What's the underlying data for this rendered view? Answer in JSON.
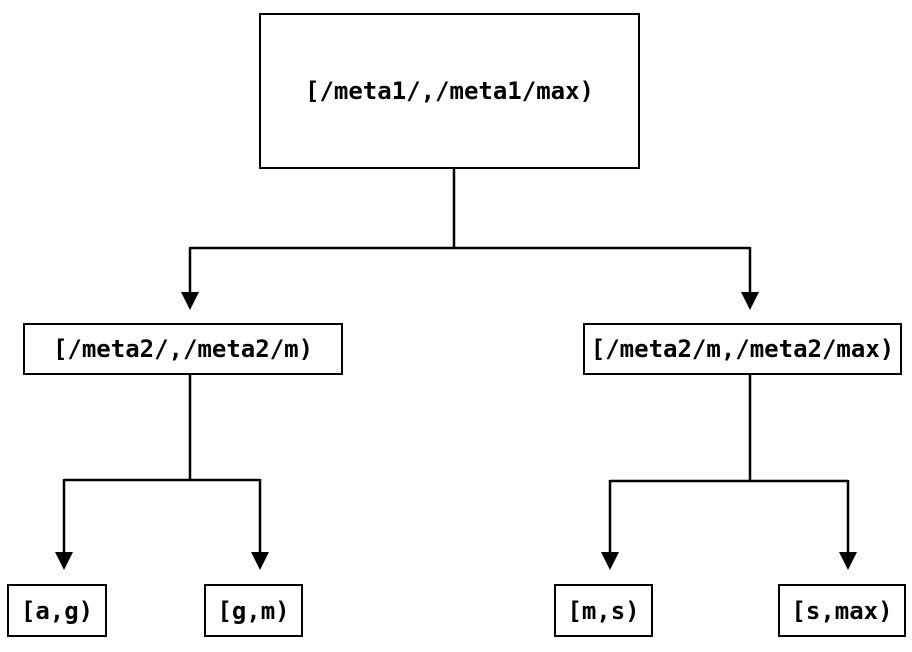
{
  "diagram": {
    "type": "binary-interval-tree",
    "background_color": "#ffffff",
    "line_color": "#000000",
    "text_color": "#000000",
    "nodes": {
      "root": {
        "label": "[/meta1/,/meta1/max)"
      },
      "left": {
        "label": "[/meta2/,/meta2/m)"
      },
      "right": {
        "label": "[/meta2/m,/meta2/max)"
      },
      "ll": {
        "label": "[a,g)"
      },
      "lr": {
        "label": "[g,m)"
      },
      "rl": {
        "label": "[m,s)"
      },
      "rr": {
        "label": "[s,max)"
      }
    },
    "edges": [
      {
        "from": "root",
        "to": "left"
      },
      {
        "from": "root",
        "to": "right"
      },
      {
        "from": "left",
        "to": "ll"
      },
      {
        "from": "left",
        "to": "lr"
      },
      {
        "from": "right",
        "to": "rl"
      },
      {
        "from": "right",
        "to": "rr"
      }
    ]
  }
}
